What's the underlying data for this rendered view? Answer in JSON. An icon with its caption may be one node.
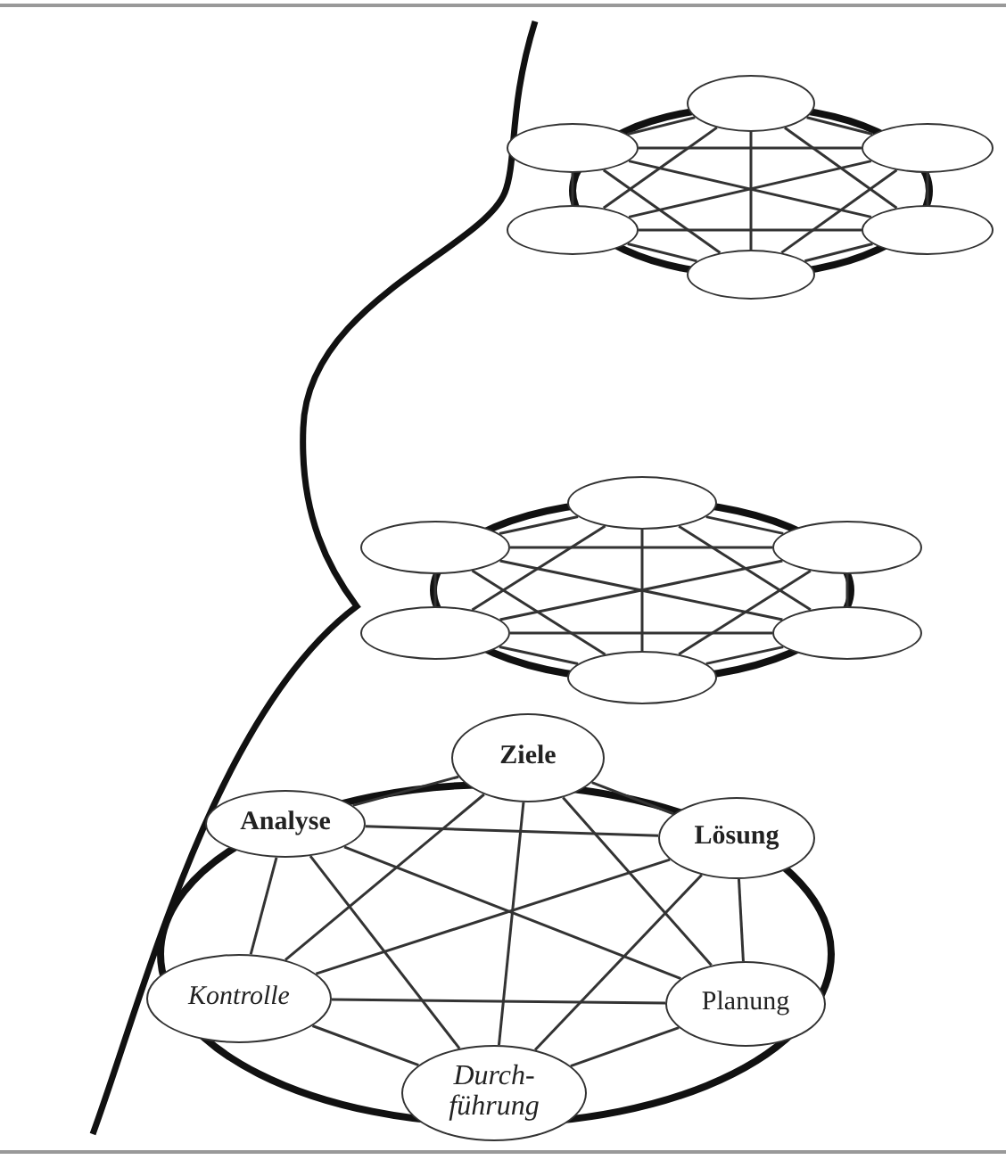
{
  "diagram": {
    "nodes": [
      {
        "text": [],
        "shape": "ellipse"
      },
      {
        "text": [],
        "shape": "ellipse"
      },
      {
        "text": [],
        "shape": "ellipse"
      },
      {
        "text": [],
        "shape": "ellipse"
      },
      {
        "text": [],
        "shape": "ellipse"
      },
      {
        "text": [],
        "shape": "ellipse"
      },
      {
        "text": [],
        "shape": "ellipse"
      },
      {
        "text": [],
        "shape": "ellipse"
      },
      {
        "text": [],
        "shape": "ellipse"
      },
      {
        "text": [],
        "shape": "ellipse"
      },
      {
        "text": [],
        "shape": "ellipse"
      },
      {
        "text": [],
        "shape": "ellipse"
      },
      {
        "text": [
          "Ziele"
        ]
      },
      {
        "text": [
          "Analyse"
        ]
      },
      {
        "text": [
          "Lösung"
        ]
      },
      {
        "text": [
          "Kontrolle"
        ]
      },
      {
        "text": [
          "Planung"
        ]
      },
      {
        "text": [
          "Durch- führung"
        ]
      }
    ],
    "edges": [
      {
        "from": 0,
        "to": 1,
        "arrow": "none"
      },
      {
        "from": 0,
        "to": 2,
        "arrow": "none"
      },
      {
        "from": 0,
        "to": 3,
        "arrow": "none"
      },
      {
        "from": 0,
        "to": 4,
        "arrow": "none"
      },
      {
        "from": 0,
        "to": 5,
        "arrow": "none"
      },
      {
        "from": 1,
        "to": 2,
        "arrow": "none"
      },
      {
        "from": 1,
        "to": 3,
        "arrow": "none"
      },
      {
        "from": 1,
        "to": 4,
        "arrow": "none"
      },
      {
        "from": 1,
        "to": 5,
        "arrow": "none"
      },
      {
        "from": 2,
        "to": 3,
        "arrow": "none"
      },
      {
        "from": 2,
        "to": 4,
        "arrow": "none"
      },
      {
        "from": 2,
        "to": 5,
        "arrow": "none"
      },
      {
        "from": 3,
        "to": 4,
        "arrow": "none"
      },
      {
        "from": 3,
        "to": 5,
        "arrow": "none"
      },
      {
        "from": 4,
        "to": 5,
        "arrow": "none"
      },
      {
        "from": 6,
        "to": 7,
        "arrow": "none"
      },
      {
        "from": 6,
        "to": 8,
        "arrow": "none"
      },
      {
        "from": 6,
        "to": 9,
        "arrow": "none"
      },
      {
        "from": 6,
        "to": 10,
        "arrow": "none"
      },
      {
        "from": 6,
        "to": 11,
        "arrow": "none"
      },
      {
        "from": 7,
        "to": 8,
        "arrow": "none"
      },
      {
        "from": 7,
        "to": 9,
        "arrow": "none"
      },
      {
        "from": 7,
        "to": 10,
        "arrow": "none"
      },
      {
        "from": 7,
        "to": 11,
        "arrow": "none"
      },
      {
        "from": 8,
        "to": 9,
        "arrow": "none"
      },
      {
        "from": 8,
        "to": 10,
        "arrow": "none"
      },
      {
        "from": 8,
        "to": 11,
        "arrow": "none"
      },
      {
        "from": 9,
        "to": 10,
        "arrow": "none"
      },
      {
        "from": 9,
        "to": 11,
        "arrow": "none"
      },
      {
        "from": 10,
        "to": 11,
        "arrow": "none"
      },
      {
        "from": 12,
        "to": 13,
        "arrow": "none"
      },
      {
        "from": 12,
        "to": 14,
        "arrow": "none"
      },
      {
        "from": 12,
        "to": 15,
        "arrow": "none"
      },
      {
        "from": 12,
        "to": 16,
        "arrow": "none"
      },
      {
        "from": 12,
        "to": 17,
        "arrow": "none"
      },
      {
        "from": 13,
        "to": 14,
        "arrow": "none"
      },
      {
        "from": 13,
        "to": 15,
        "arrow": "none"
      },
      {
        "from": 13,
        "to": 16,
        "arrow": "none"
      },
      {
        "from": 13,
        "to": 17,
        "arrow": "none"
      },
      {
        "from": 14,
        "to": 15,
        "arrow": "none"
      },
      {
        "from": 14,
        "to": 16,
        "arrow": "none"
      },
      {
        "from": 14,
        "to": 17,
        "arrow": "none"
      },
      {
        "from": 15,
        "to": 16,
        "arrow": "none"
      },
      {
        "from": 15,
        "to": 17,
        "arrow": "none"
      },
      {
        "from": 16,
        "to": 17,
        "arrow": "none"
      }
    ]
  }
}
